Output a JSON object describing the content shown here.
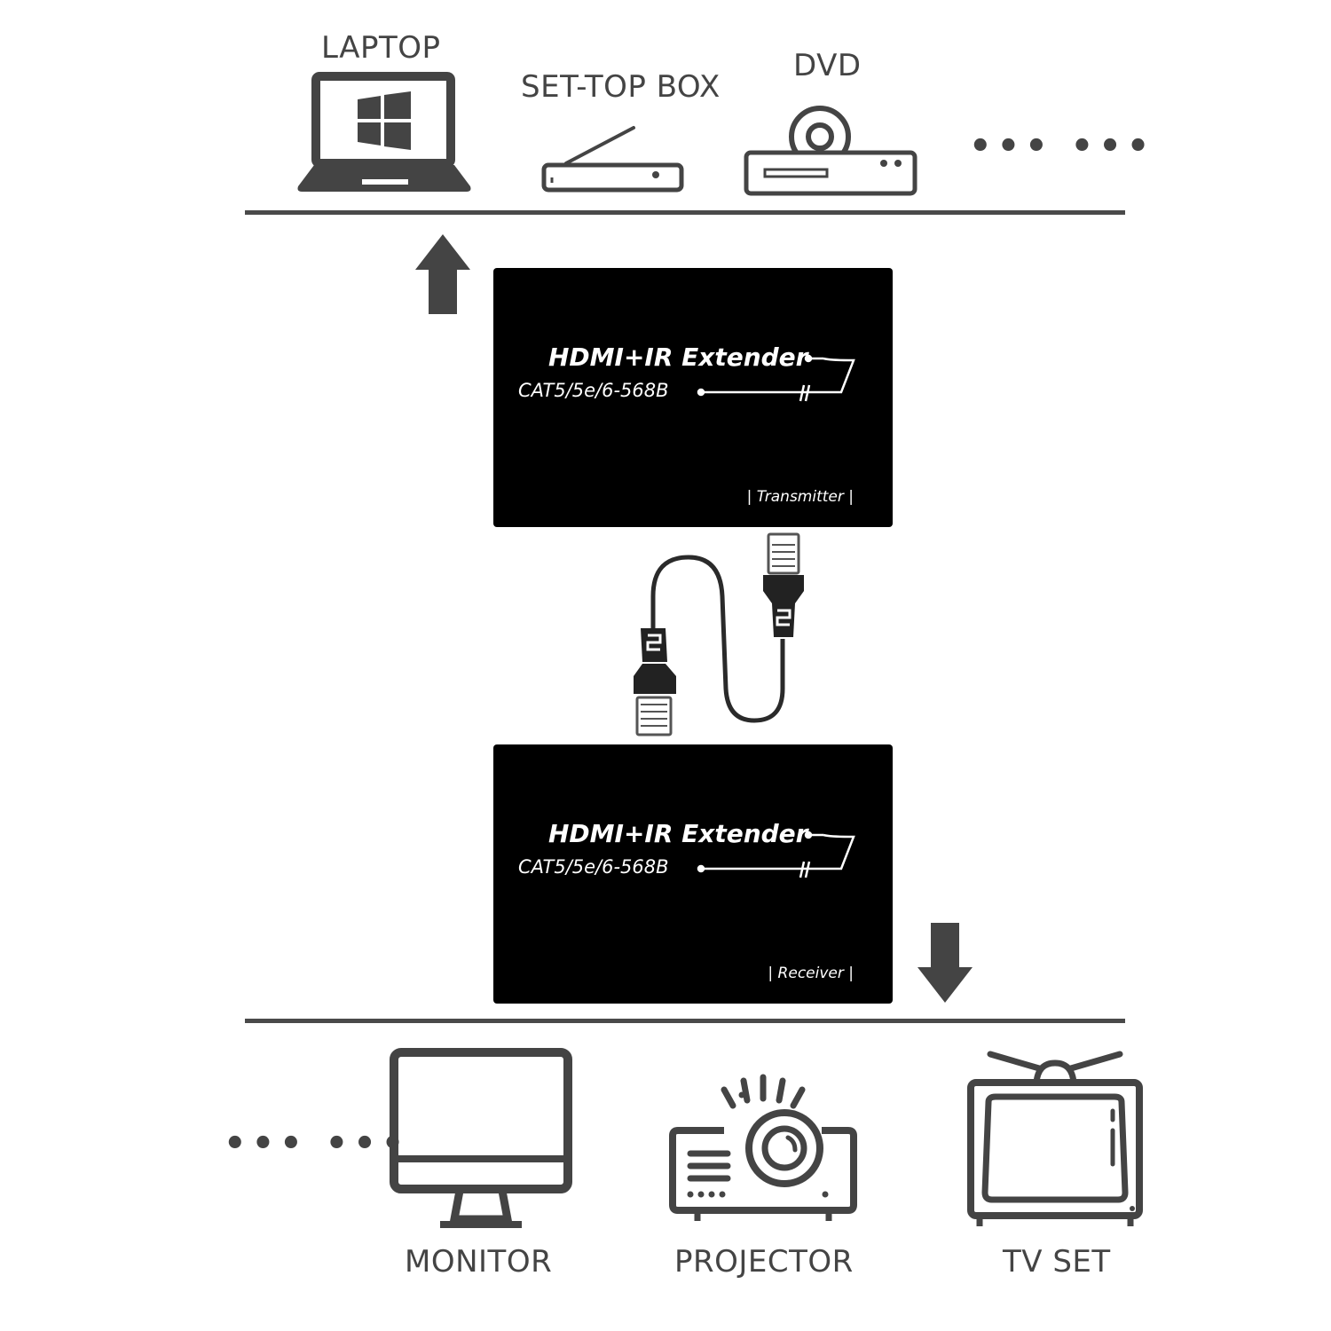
{
  "sources": {
    "laptop": "LAPTOP",
    "settop": "SET-TOP BOX",
    "dvd": "DVD",
    "more": "••• •••"
  },
  "transmitter": {
    "title": "HDMI+IR Extender",
    "subtitle": "CAT5/5e/6-568B",
    "role": "| Transmitter |"
  },
  "receiver": {
    "title": "HDMI+IR Extender",
    "subtitle": "CAT5/5e/6-568B",
    "role": "| Receiver |"
  },
  "displays": {
    "more": "••• •••",
    "monitor": "MONITOR",
    "projector": "PROJECTOR",
    "tv": "TV SET"
  },
  "colors": {
    "icon": "#444444",
    "box": "#000000",
    "box_text": "#ffffff"
  },
  "icons": [
    "laptop-icon",
    "set-top-box-icon",
    "dvd-player-icon",
    "arrow-up-icon",
    "ethernet-cable-icon",
    "arrow-down-icon",
    "monitor-icon",
    "projector-icon",
    "tv-icon"
  ]
}
